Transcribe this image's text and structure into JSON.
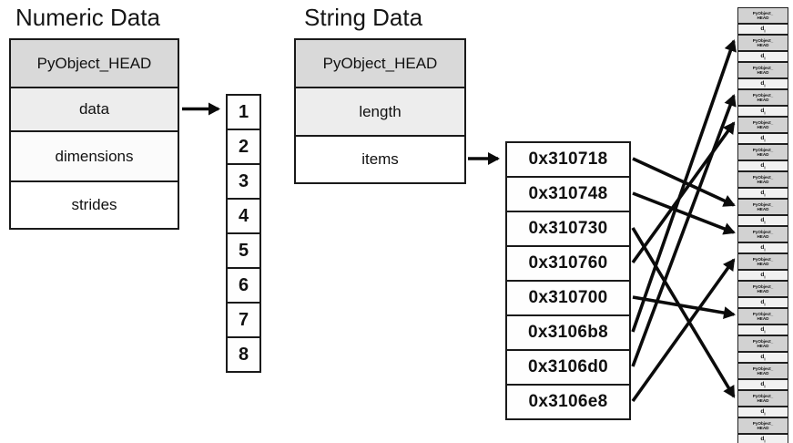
{
  "numeric": {
    "title": "Numeric Data",
    "object_rows": [
      "PyObject_HEAD",
      "data",
      "dimensions",
      "strides"
    ],
    "buffer_values": [
      "1",
      "2",
      "3",
      "4",
      "5",
      "6",
      "7",
      "8"
    ]
  },
  "string": {
    "title": "String Data",
    "object_rows": [
      "PyObject_HEAD",
      "length",
      "items"
    ],
    "pointer_values": [
      "0x310718",
      "0x310748",
      "0x310730",
      "0x310760",
      "0x310700",
      "0x3106b8",
      "0x3106d0",
      "0x3106e8"
    ]
  },
  "string_objects": {
    "count": 16,
    "head_line1": "PyObject_",
    "head_line2": "HEAD",
    "data_label": "d",
    "data_sub": "i"
  },
  "pointer_links": [
    {
      "from": 0,
      "to": 7
    },
    {
      "from": 1,
      "to": 8
    },
    {
      "from": 2,
      "to": 14
    },
    {
      "from": 3,
      "to": 4
    },
    {
      "from": 4,
      "to": 11
    },
    {
      "from": 5,
      "to": 1
    },
    {
      "from": 6,
      "to": 3
    },
    {
      "from": 7,
      "to": 9
    }
  ],
  "colors": {
    "border": "#1a1a1a",
    "header_fill": "#d9d9d9",
    "subheader_fill": "#ededed",
    "cell_fill": "#fefefe",
    "heap_head_fill": "#d2d2d2",
    "heap_data_fill": "#f1f1f1",
    "arrow": "#0b0b0b",
    "title_text": "#161616"
  }
}
